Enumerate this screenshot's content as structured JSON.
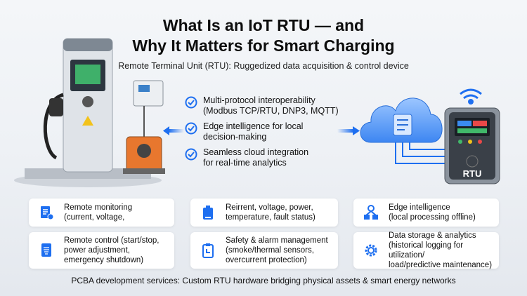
{
  "title_line1": "What Is an IoT RTU — and",
  "title_line2": "Why It Matters for Smart Charging",
  "subtitle": "Remote Terminal Unit (RTU): Ruggedized data acquisition & control device",
  "checklist": [
    {
      "icon": "check-circle-icon",
      "text": "Multi-protocol interoperability\n(Modbus TCP/RTU, DNP3, MQTT)"
    },
    {
      "icon": "check-circle-icon",
      "text": "Edge intelligence for local\ndecision-making"
    },
    {
      "icon": "check-circle-icon",
      "text": "Seamless cloud integration\nfor real-time analytics"
    }
  ],
  "rtu_label": "RTU",
  "cards": [
    {
      "icon": "monitoring-doc-icon",
      "text": "Remote monitoring\n(current, voltage,"
    },
    {
      "icon": "battery-icon",
      "text": "Reirrent, voltage, power,\ntemperature, fault status)"
    },
    {
      "icon": "edge-network-icon",
      "text": "Edge intelligence\n(local processing offline)"
    },
    {
      "icon": "control-panel-icon",
      "text": "Remote control (start/stop,\npower adjustment,\nemergency shutdown)"
    },
    {
      "icon": "clipboard-clock-icon",
      "text": "Safety & alarm management\n(smoke/thermal sensors,\novercurrent protection)"
    },
    {
      "icon": "gear-analytics-icon",
      "text": "Data storage & analytics\n(historical logging for utilization/\nload/predictive maintenance)"
    }
  ],
  "footer": "PCBA development services: Custom RTU hardware bridging physical assets & smart energy networks",
  "colors": {
    "accent": "#1e6ff0",
    "charger_orange": "#e8772e",
    "text": "#111111"
  }
}
